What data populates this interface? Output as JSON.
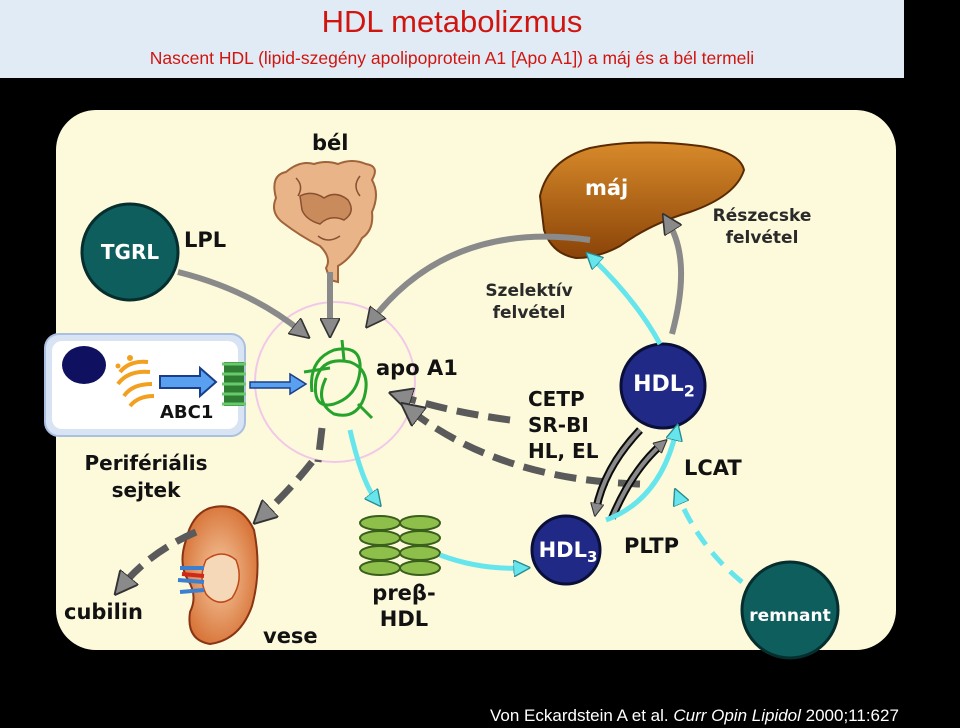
{
  "header": {
    "title": "HDL metabolizmus",
    "subtitle": "Nascent HDL (lipid-szegény apolipoprotein A1 [Apo A1]) a máj és a bél termeli"
  },
  "labels": {
    "bel": "bél",
    "maj": "máj",
    "reszecske_1": "Részecske",
    "reszecske_2": "felvétel",
    "szelektiv_1": "Szelektív",
    "szelektiv_2": "felvétel",
    "tgrl": "TGRL",
    "lpl": "LPL",
    "apo_a1": "apo A1",
    "abc1": "ABC1",
    "periferialis_1": "Perifériális",
    "periferialis_2": "sejtek",
    "cetp": "CETP",
    "srbi": "SR-BI",
    "hl_el": "HL, EL",
    "hdl2_base": "HDL",
    "hdl2_sub": "2",
    "lcat": "LCAT",
    "hdl3_base": "HDL",
    "hdl3_sub": "3",
    "pltp": "PLTP",
    "prebeta_1": "preβ-",
    "prebeta_2": "HDL",
    "cubilin": "cubilin",
    "vese": "vese",
    "remnant": "remnant"
  },
  "footer": {
    "prefix": "Von Eckardstein A et al. ",
    "journal": "Curr Opin Lipidol",
    "suffix": " 2000;11:627"
  },
  "colors": {
    "title_red": "#d0150f",
    "header_bg": "#e0ebf5",
    "panel_bg": "#fdfadc",
    "teal_circle": "#0d5e5c",
    "navy_circle": "#202a86",
    "arrow_gray": "#8a8a8a",
    "arrow_cyan": "#66e6ec",
    "liver": "#b8660f"
  }
}
